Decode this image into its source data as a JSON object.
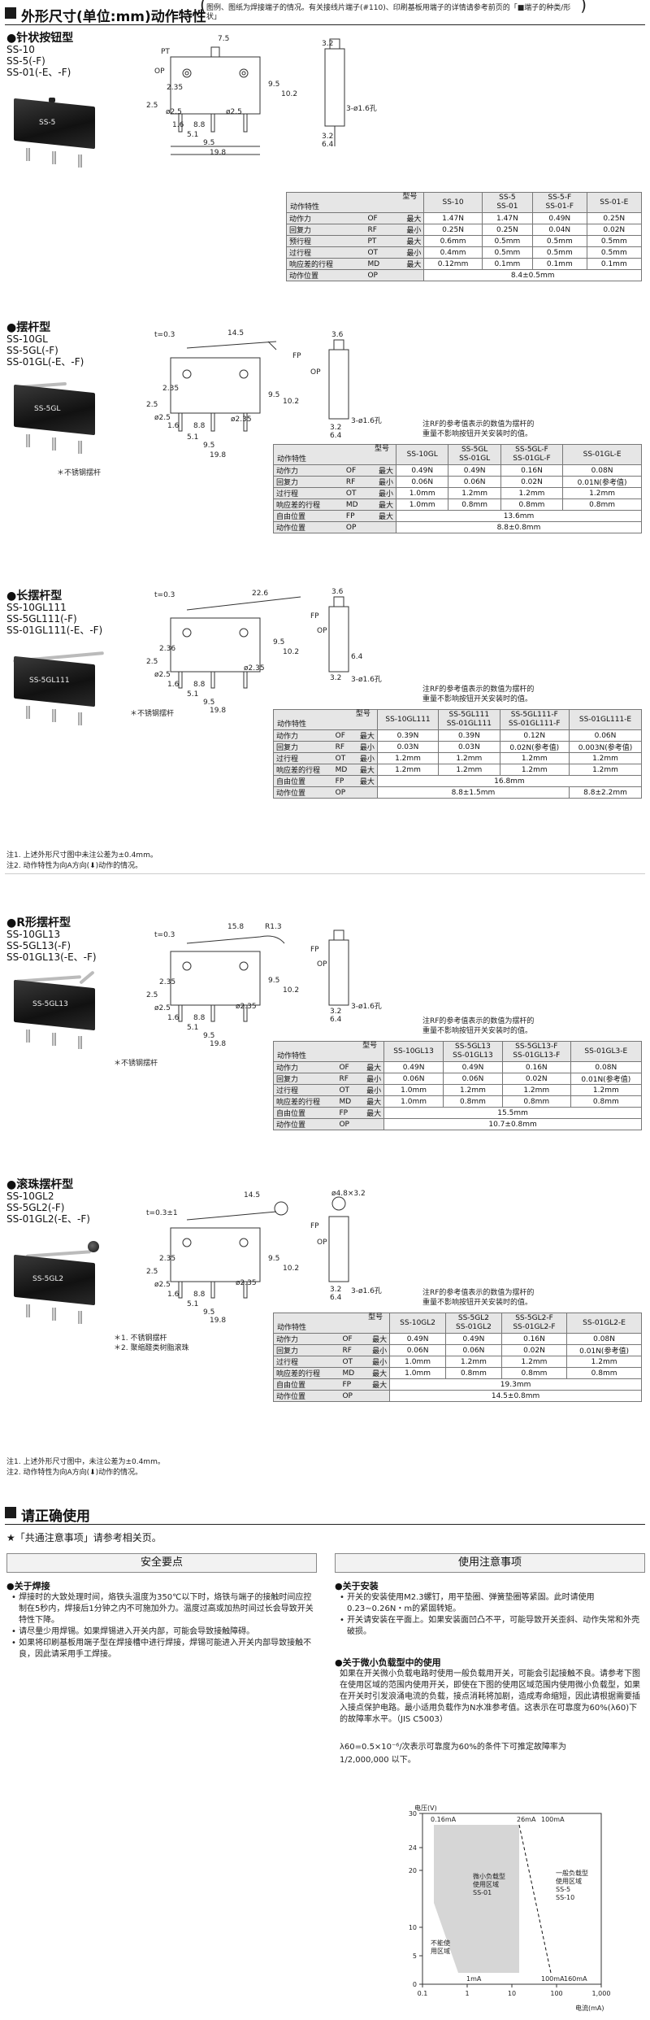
{
  "header": {
    "title": "外形尺寸(单位:mm)动作特性",
    "note": "图例、图纸为焊接端子的情况。有关接线片端子(#110)、印刷基板用端子的详情请参考前页的「■端子的种类/形状」"
  },
  "sections": [
    {
      "title": "●针状按钮型",
      "models": [
        "SS-10",
        "SS-5(-F)",
        "SS-01(-E、-F)"
      ],
      "photo_label": "SS-5",
      "table": {
        "header_label": "型号",
        "char_label": "动作特性",
        "models": [
          "SS-10",
          "SS-5\nSS-01",
          "SS-5-F\nSS-01-F",
          "SS-01-E"
        ],
        "rows": [
          {
            "name": "动作力",
            "sym": "OF",
            "mm": "最大",
            "vals": [
              "1.47N",
              "1.47N",
              "0.49N",
              "0.25N"
            ]
          },
          {
            "name": "回复力",
            "sym": "RF",
            "mm": "最小",
            "vals": [
              "0.25N",
              "0.25N",
              "0.04N",
              "0.02N"
            ]
          },
          {
            "name": "预行程",
            "sym": "PT",
            "mm": "最大",
            "vals": [
              "0.6mm",
              "0.5mm",
              "0.5mm",
              "0.5mm"
            ]
          },
          {
            "name": "过行程",
            "sym": "OT",
            "mm": "最小",
            "vals": [
              "0.4mm",
              "0.5mm",
              "0.5mm",
              "0.5mm"
            ]
          },
          {
            "name": "响应差的行程",
            "sym": "MD",
            "mm": "最大",
            "vals": [
              "0.12mm",
              "0.1mm",
              "0.1mm",
              "0.1mm"
            ]
          },
          {
            "name": "动作位置",
            "sym": "OP",
            "mm": "",
            "merged": "8.4±0.5mm"
          }
        ]
      }
    },
    {
      "title": "●摆杆型",
      "models": [
        "SS-10GL",
        "SS-5GL(-F)",
        "SS-01GL(-E、-F)"
      ],
      "photo_label": "SS-5GL",
      "photo_note": "＊不锈钢摆杆",
      "rf_note": "注RF的参考值表示的数值为摆杆的\n重量不影响按钮开关安装时的值。",
      "table": {
        "header_label": "型号",
        "char_label": "动作特性",
        "models": [
          "SS-10GL",
          "SS-5GL\nSS-01GL",
          "SS-5GL-F\nSS-01GL-F",
          "SS-01GL-E"
        ],
        "rows": [
          {
            "name": "动作力",
            "sym": "OF",
            "mm": "最大",
            "vals": [
              "0.49N",
              "0.49N",
              "0.16N",
              "0.08N"
            ]
          },
          {
            "name": "回复力",
            "sym": "RF",
            "mm": "最小",
            "vals": [
              "0.06N",
              "0.06N",
              "0.02N",
              "0.01N(参考值)"
            ]
          },
          {
            "name": "过行程",
            "sym": "OT",
            "mm": "最小",
            "vals": [
              "1.0mm",
              "1.2mm",
              "1.2mm",
              "1.2mm"
            ]
          },
          {
            "name": "响应差的行程",
            "sym": "MD",
            "mm": "最大",
            "vals": [
              "1.0mm",
              "0.8mm",
              "0.8mm",
              "0.8mm"
            ]
          },
          {
            "name": "自由位置",
            "sym": "FP",
            "mm": "最大",
            "merged": "13.6mm"
          },
          {
            "name": "动作位置",
            "sym": "OP",
            "mm": "",
            "merged": "8.8±0.8mm"
          }
        ]
      }
    },
    {
      "title": "●长摆杆型",
      "models": [
        "SS-10GL111",
        "SS-5GL111(-F)",
        "SS-01GL111(-E、-F)"
      ],
      "photo_label": "SS-5GL111",
      "photo_note": "＊不锈钢摆杆",
      "rf_note": "注RF的参考值表示的数值为摆杆的\n重量不影响按钮开关安装时的值。",
      "table": {
        "header_label": "型号",
        "char_label": "动作特性",
        "models": [
          "SS-10GL111",
          "SS-5GL111\nSS-01GL111",
          "SS-5GL111-F\nSS-01GL111-F",
          "SS-01GL111-E"
        ],
        "rows": [
          {
            "name": "动作力",
            "sym": "OF",
            "mm": "最大",
            "vals": [
              "0.39N",
              "0.39N",
              "0.12N",
              "0.06N"
            ]
          },
          {
            "name": "回复力",
            "sym": "RF",
            "mm": "最小",
            "vals": [
              "0.03N",
              "0.03N",
              "0.02N(参考值)",
              "0.003N(参考值)"
            ]
          },
          {
            "name": "过行程",
            "sym": "OT",
            "mm": "最小",
            "vals": [
              "1.2mm",
              "1.2mm",
              "1.2mm",
              "1.2mm"
            ]
          },
          {
            "name": "响应差的行程",
            "sym": "MD",
            "mm": "最大",
            "vals": [
              "1.2mm",
              "1.2mm",
              "1.2mm",
              "1.2mm"
            ]
          },
          {
            "name": "自由位置",
            "sym": "FP",
            "mm": "最大",
            "merged": "16.8mm"
          },
          {
            "name": "动作位置",
            "sym": "OP",
            "mm": "",
            "merged": "8.8±1.5mm",
            "last": "8.8±2.2mm"
          }
        ]
      }
    },
    {
      "title": "●R形摆杆型",
      "models": [
        "SS-10GL13",
        "SS-5GL13(-F)",
        "SS-01GL13(-E、-F)"
      ],
      "photo_label": "SS-5GL13",
      "photo_note": "＊不锈钢摆杆",
      "rf_note": "注RF的参考值表示的数值为摆杆的\n重量不影响按钮开关安装时的值。",
      "table": {
        "header_label": "型号",
        "char_label": "动作特性",
        "models": [
          "SS-10GL13",
          "SS-5GL13\nSS-01GL13",
          "SS-5GL13-F\nSS-01GL13-F",
          "SS-01GL3-E"
        ],
        "rows": [
          {
            "name": "动作力",
            "sym": "OF",
            "mm": "最大",
            "vals": [
              "0.49N",
              "0.49N",
              "0.16N",
              "0.08N"
            ]
          },
          {
            "name": "回复力",
            "sym": "RF",
            "mm": "最小",
            "vals": [
              "0.06N",
              "0.06N",
              "0.02N",
              "0.01N(参考值)"
            ]
          },
          {
            "name": "过行程",
            "sym": "OT",
            "mm": "最小",
            "vals": [
              "1.0mm",
              "1.2mm",
              "1.2mm",
              "1.2mm"
            ]
          },
          {
            "name": "响应差的行程",
            "sym": "MD",
            "mm": "最大",
            "vals": [
              "1.0mm",
              "0.8mm",
              "0.8mm",
              "0.8mm"
            ]
          },
          {
            "name": "自由位置",
            "sym": "FP",
            "mm": "最大",
            "merged": "15.5mm"
          },
          {
            "name": "动作位置",
            "sym": "OP",
            "mm": "",
            "merged": "10.7±0.8mm"
          }
        ]
      }
    },
    {
      "title": "●滚珠摆杆型",
      "models": [
        "SS-10GL2",
        "SS-5GL2(-F)",
        "SS-01GL2(-E、-F)"
      ],
      "photo_label": "SS-5GL2",
      "photo_note": "＊1. 不锈钢摆杆\n＊2. 聚缩醛类树脂滚珠",
      "rf_note": "注RF的参考值表示的数值为摆杆的\n重量不影响按钮开关安装时的值。",
      "table": {
        "header_label": "型号",
        "char_label": "动作特性",
        "models": [
          "SS-10GL2",
          "SS-5GL2\nSS-01GL2",
          "SS-5GL2-F\nSS-01GL2-F",
          "SS-01GL2-E"
        ],
        "rows": [
          {
            "name": "动作力",
            "sym": "OF",
            "mm": "最大",
            "vals": [
              "0.49N",
              "0.49N",
              "0.16N",
              "0.08N"
            ]
          },
          {
            "name": "回复力",
            "sym": "RF",
            "mm": "最小",
            "vals": [
              "0.06N",
              "0.06N",
              "0.02N",
              "0.01N(参考值)"
            ]
          },
          {
            "name": "过行程",
            "sym": "OT",
            "mm": "最小",
            "vals": [
              "1.0mm",
              "1.2mm",
              "1.2mm",
              "1.2mm"
            ]
          },
          {
            "name": "响应差的行程",
            "sym": "MD",
            "mm": "最大",
            "vals": [
              "1.0mm",
              "0.8mm",
              "0.8mm",
              "0.8mm"
            ]
          },
          {
            "name": "自由位置",
            "sym": "FP",
            "mm": "最大",
            "merged": "19.3mm"
          },
          {
            "name": "动作位置",
            "sym": "OP",
            "mm": "",
            "merged": "14.5±0.8mm"
          }
        ]
      }
    }
  ],
  "notes_a": [
    "注1. 上述外形尺寸图中未注公差为±0.4mm。",
    "注2. 动作特性为向A方向(⬇)动作的情况。"
  ],
  "notes_b": [
    "注1. 上述外形尺寸图中，未注公差为±0.4mm。",
    "注2. 动作特性为向A方向(⬇)动作的情况。"
  ],
  "usage": {
    "title": "请正确使用",
    "ref": "★「共通注意事项」请参考相关页。",
    "safety_head": "安全要点",
    "usage_head": "使用注意事项",
    "soldering_title": "●关于焊接",
    "soldering_items": [
      "• 焊接时的大致处理时间，烙铁头温度为350℃以下时，烙铁与端子的接触时间应控制在5秒内，焊接后1分钟之内不可施加外力。温度过高或加热时间过长会导致开关特性下降。",
      "• 请尽量少用焊锡。如果焊锡进入开关内部，可能会导致接触障碍。",
      "• 如果将印刷基板用端子型在焊接槽中进行焊接，焊锡可能进入开关内部导致接触不良，因此请采用手工焊接。"
    ],
    "install_title": "●关于安装",
    "install_items": [
      "• 开关的安装使用M2.3螺钉，用平垫圈、弹簧垫圈等紧固。此时请使用0.23~0.26N・m的紧固转矩。",
      "• 开关请安装在平面上。如果安装面凹凸不平，可能导致开关歪斜、动作失常和外壳破损。"
    ],
    "microload_title": "●关于微小负载型中的使用",
    "microload_text": "如果在开关微小负载电路时使用一般负载用开关，可能会引起接触不良。请参考下图在使用区域的范围内使用开关，即使在下图的使用区域范围内使用微小负载型，如果在开关时引发浪涌电流的负载，接点消耗将加剧，造成寿命缩短，因此请根据需要插入接点保护电路。最小适用负载作为N水准参考值。这表示在可靠度为60%(λ60)下的故障率水平。（JIS C5003）",
    "microload_formula_a": "λ60=0.5×10⁻⁶/次表示可靠度为60%的条件下可推定故障率为",
    "microload_formula_b": "1/2,000,000 以下。"
  },
  "chart_data": {
    "type": "area",
    "title": "",
    "xlabel": "电流(mA)",
    "ylabel": "电压(V)",
    "xscale": "log",
    "xlim": [
      0.1,
      1000
    ],
    "ylim": [
      0,
      30
    ],
    "x_ticks": [
      "0.1",
      "1",
      "10",
      "100",
      "1,000"
    ],
    "y_ticks": [
      "0",
      "5",
      "10",
      "20",
      "24",
      "30"
    ],
    "regions": [
      {
        "name": "微小负载型使用区域SS-01",
        "label": "微小负载型\n使用区域\nSS-01"
      },
      {
        "name": "一般负载型使用区域SS-5SS-10",
        "label": "一般负载型\n使用区域\nSS-5\nSS-10"
      },
      {
        "name": "不能使用区域",
        "label": "不能使\n用区域"
      }
    ],
    "annotations": [
      "0.16mA",
      "26mA",
      "100mA",
      "1mA",
      "100mA",
      "160mA"
    ]
  }
}
